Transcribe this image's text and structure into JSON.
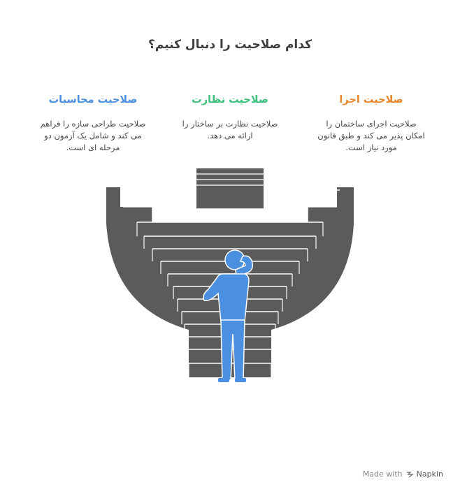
{
  "title": "کدام صلاحیت را دنبال کنیم؟",
  "columns": [
    {
      "heading": "صلاحیت اجرا",
      "color": "#e8872b",
      "lines": [
        "صلاحیت اجرای ساختمان را",
        "امکان پذیر می کند و طبق قانون",
        "مورد نیاز است."
      ]
    },
    {
      "heading": "صلاحیت نظارت",
      "color": "#3cc07a",
      "lines": [
        "صلاحیت نظارت بر ساختار را",
        "ارائه می دهد."
      ]
    },
    {
      "heading": "صلاحیت محاسبات",
      "color": "#4a8fe0",
      "lines": [
        "صلاحیت طراحی سازه را فراهم",
        "می کند و شامل یک آزمون دو",
        "مرحله ای است."
      ]
    }
  ],
  "colors": {
    "stairs": "#5b5b5b",
    "step_edge": "#ffffff",
    "person": "#4a8fe0"
  },
  "icons": {
    "staircase": "staircase-icon",
    "person": "thinking-person-icon",
    "napkin": "napkin-logo-icon"
  },
  "footer": {
    "made_with": "Made with",
    "brand": "Napkin"
  }
}
